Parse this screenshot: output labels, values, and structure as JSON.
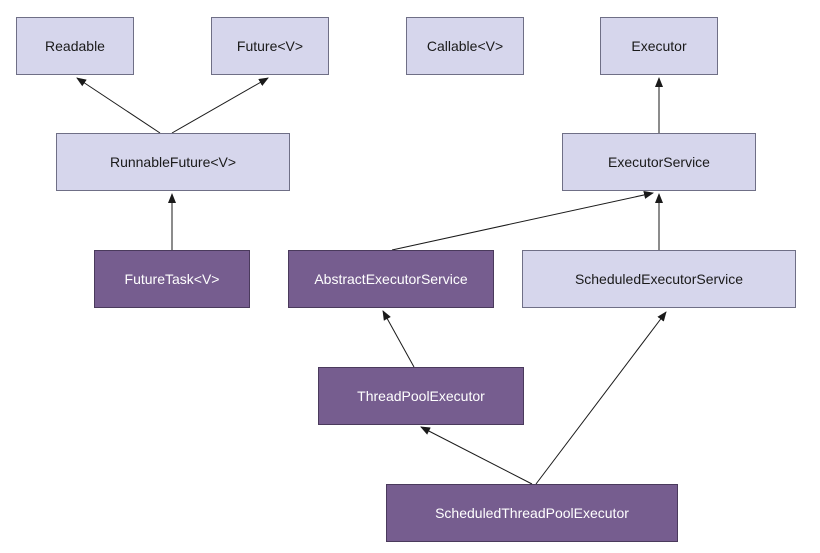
{
  "nodes": {
    "readable": {
      "label": "Readable",
      "kind": "interface"
    },
    "future": {
      "label": "Future<V>",
      "kind": "interface"
    },
    "callable": {
      "label": "Callable<V>",
      "kind": "interface"
    },
    "executor": {
      "label": "Executor",
      "kind": "interface"
    },
    "runnablefuture": {
      "label": "RunnableFuture<V>",
      "kind": "interface"
    },
    "executorservice": {
      "label": "ExecutorService",
      "kind": "interface"
    },
    "futuretask": {
      "label": "FutureTask<V>",
      "kind": "class"
    },
    "abstractexecutorservice": {
      "label": "AbstractExecutorService",
      "kind": "class"
    },
    "scheduledexecutorservice": {
      "label": "ScheduledExecutorService",
      "kind": "interface"
    },
    "threadpoolexecutor": {
      "label": "ThreadPoolExecutor",
      "kind": "class"
    },
    "scheduledthreadpoolexecutor": {
      "label": "ScheduledThreadPoolExecutor",
      "kind": "class"
    }
  },
  "edges": [
    {
      "from": "runnablefuture",
      "to": "readable"
    },
    {
      "from": "runnablefuture",
      "to": "future"
    },
    {
      "from": "futuretask",
      "to": "runnablefuture"
    },
    {
      "from": "executorservice",
      "to": "executor"
    },
    {
      "from": "abstractexecutorservice",
      "to": "executorservice"
    },
    {
      "from": "scheduledexecutorservice",
      "to": "executorservice"
    },
    {
      "from": "threadpoolexecutor",
      "to": "abstractexecutorservice"
    },
    {
      "from": "scheduledthreadpoolexecutor",
      "to": "threadpoolexecutor"
    },
    {
      "from": "scheduledthreadpoolexecutor",
      "to": "scheduledexecutorservice"
    }
  ],
  "colors": {
    "interface_fill": "#d6d6ec",
    "class_fill": "#765d8f",
    "edge": "#1a1a1a"
  }
}
